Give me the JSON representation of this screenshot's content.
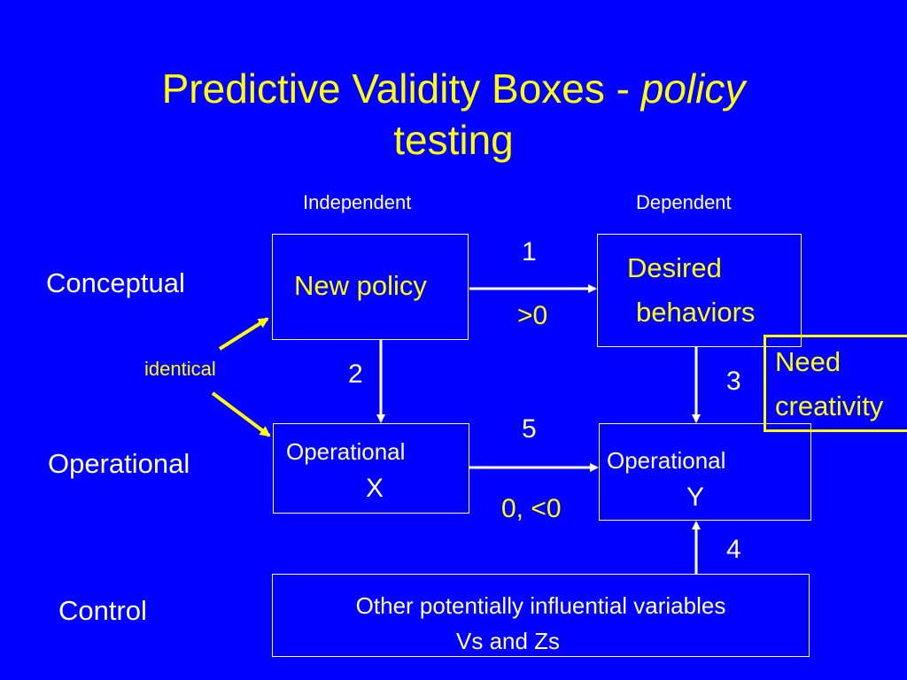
{
  "title": {
    "part1": "Predictive Validity Boxes - ",
    "italic": "policy",
    "line2": "testing"
  },
  "column_headers": {
    "independent": "Independent",
    "dependent": "Dependent"
  },
  "row_labels": {
    "conceptual": "Conceptual",
    "operational": "Operational",
    "control": "Control"
  },
  "identical_label": "identical",
  "boxes": {
    "new_policy": "New policy",
    "desired_line1": "Desired",
    "desired_line2": "behaviors",
    "op_x_line1": "Operational",
    "op_x_line2": "X",
    "op_y_line1": "Operational",
    "op_y_line2": "Y",
    "other_line1": "Other potentially influential variables",
    "other_line2": "Vs and Zs",
    "need_line1": "Need",
    "need_line2": "creativity"
  },
  "link_labels": {
    "l1": "1",
    "l1_value": ">0",
    "l2": "2",
    "l3": "3",
    "l4": "4",
    "l5": "5",
    "l5_value": "0, <0"
  },
  "colors": {
    "background": "#0000ff",
    "accent": "#ffff00",
    "line": "#ffffff"
  }
}
